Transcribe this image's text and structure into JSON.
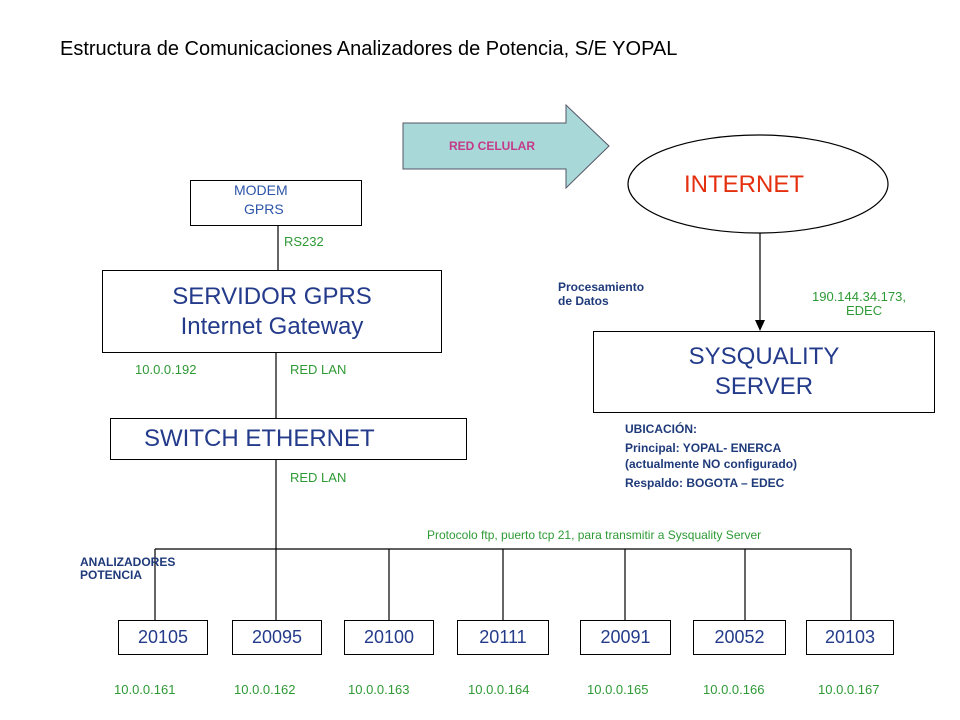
{
  "title": "Estructura de Comunicaciones Analizadores de Potencia, S/E YOPAL",
  "arrow_label": "RED CELULAR",
  "internet_label": "INTERNET",
  "modem": {
    "line1": "MODEM",
    "line2": "GPRS"
  },
  "rs232_label": "RS232",
  "server_gprs": {
    "line1": "SERVIDOR GPRS",
    "line2": "Internet Gateway"
  },
  "server_ip": "10.0.0.192",
  "red_lan_1": "RED LAN",
  "switch_label": "SWITCH ETHERNET",
  "red_lan_2": "RED LAN",
  "procesamiento": {
    "line1": "Procesamiento",
    "line2": "de Datos"
  },
  "public_ip": {
    "line1": "190.144.34.173,",
    "line2": "EDEC"
  },
  "sysquality": {
    "line1": "SYSQUALITY",
    "line2": "SERVER"
  },
  "ubicacion": {
    "line1": "UBICACIÓN:",
    "line2": "Principal: YOPAL- ENERCA",
    "line3": "(actualmente NO configurado)",
    "line4": "Respaldo: BOGOTA – EDEC"
  },
  "protocol_note": "Protocolo ftp, puerto tcp 21, para transmitir a Sysquality Server",
  "analizadores": {
    "line1": "ANALIZADORES",
    "line2": "POTENCIA"
  },
  "analyzers": [
    {
      "id": "20105",
      "ip": "10.0.0.161"
    },
    {
      "id": "20095",
      "ip": "10.0.0.162"
    },
    {
      "id": "20100",
      "ip": "10.0.0.163"
    },
    {
      "id": "20111",
      "ip": "10.0.0.164"
    },
    {
      "id": "20091",
      "ip": "10.0.0.165"
    },
    {
      "id": "20052",
      "ip": "10.0.0.166"
    },
    {
      "id": "20103",
      "ip": "10.0.0.167"
    }
  ],
  "colors": {
    "label_green": "#2e9a35",
    "box_text_blue": "#233b8a",
    "internet_red": "#e53010",
    "arrow_fill": "#a8d8d8",
    "note_navy": "#1f3a7a"
  }
}
